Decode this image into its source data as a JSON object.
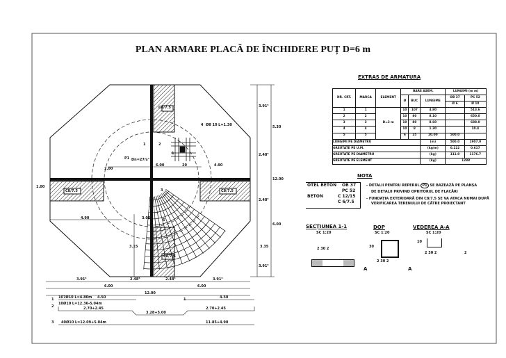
{
  "title": "PLAN ARMARE PLACĂ DE ÎNCHIDERE PUȚ D=6 m",
  "plan": {
    "blocks": [
      "C8/7.5",
      "C8/7.5",
      "C8/7.5",
      "C8/7.5"
    ],
    "marks": [
      "1",
      "2",
      "3",
      "4",
      "5",
      "P1"
    ],
    "mark4_label": "Ø8 10 L=1.30",
    "p1_label": "Dn=27/s\"",
    "section_mark": "1",
    "dims_h": [
      "6.00",
      "4.90",
      "4.90",
      "3.00",
      "2.00",
      "20"
    ],
    "dims_v": [
      "3.15",
      "5.30",
      "12.00",
      "3.35",
      "1.00",
      "3.91⁵",
      "2.48⁵",
      "2.48⁵",
      "6.00",
      "3.91⁵"
    ],
    "dims_bottom": [
      "3.91⁵",
      "2.48⁵",
      "2.48⁵",
      "3.91⁵",
      "6.00",
      "6.00",
      "12.00"
    ]
  },
  "bars": [
    {
      "mark": "1",
      "desc": "107Ø10 L=4.80m",
      "left": "4.50",
      "right": "4.50"
    },
    {
      "mark": "2",
      "desc": "10Ø10 L=12.36-5.04m",
      "a": "2.70+2.45",
      "b": "3.28+5.00",
      "c": "2.70+2.45"
    },
    {
      "mark": "3",
      "desc": "40Ø10 L=12.09+5.04m",
      "a": "11.85+4.90"
    }
  ],
  "extras": {
    "title": "EXTRAS DE ARMATURA",
    "headers": {
      "nr": "NR. CRT.",
      "marca": "MARCA",
      "element": "ELEMENT",
      "bare": "BARE ASEM.",
      "lung": "LUNGIMI (m m)",
      "diam": "Ø",
      "buc": "BUC",
      "lungime": "LUNGIME",
      "ob37": "OB 37",
      "pc52": "PC 52",
      "ob_d": "Ø 6",
      "pc_d": "Ø 10"
    },
    "element": "D=3 m",
    "rows": [
      [
        "1",
        "1",
        "10",
        "107",
        "4.80",
        "",
        "513.6"
      ],
      [
        "2",
        "2",
        "10",
        "80",
        "8.10",
        "",
        "650.0"
      ],
      [
        "3",
        "3",
        "10",
        "80",
        "8.60",
        "",
        "688.0"
      ],
      [
        "4",
        "4",
        "10",
        "8",
        "1.30",
        "",
        "10.4"
      ],
      [
        "5",
        "5",
        "6",
        "25",
        "20.00",
        "500.0",
        ""
      ]
    ],
    "totals": [
      {
        "label": "LUNGIMI PE DIAMETRU",
        "unit": "(m)",
        "ob": "500.0",
        "pc": "1907.0"
      },
      {
        "label": "GREUTATE PE U.M.",
        "unit": "(kg/m)",
        "ob": "0.222",
        "pc": "0.617"
      },
      {
        "label": "GREUTATE PE DIAMETRU",
        "unit": "(kg)",
        "ob": "111.0",
        "pc": "1176.7"
      },
      {
        "label": "GREUTATE PE ELEMENT",
        "unit": "(kg)",
        "total": "1288"
      }
    ]
  },
  "materials": {
    "otel": "OTEL BETON",
    "ob": "OB 37",
    "pc": "PC 52",
    "beton": "BETON",
    "c1": "C 12/15",
    "c2": "C 6/7.5"
  },
  "nota": {
    "title": "NOTA",
    "l1a": "- DETALII PENTRU REPERUL",
    "l1b": "SE BAZEAZĂ PE PLANȘA",
    "p1": "P1",
    "l2": "DE DETALII PRIVIND OPRITORUL DE FLACĂRI",
    "l3": "- FUNDAȚIA EXTERIOARĂ DIN C8/7.5 SE VA ATACA NUMAI DUPĂ",
    "l4": "VERIFICAREA TERENULUI DE CĂTRE PROIECTANT"
  },
  "sections": {
    "s1": {
      "title": "SECȚIUNEA 1-1",
      "scale": "SC 1:20",
      "dim": "2 30 2"
    },
    "dop": {
      "title": "DOP",
      "scale": "SC 1:20",
      "dim": "2 30 2",
      "vdim": "30"
    },
    "va": {
      "title": "VEDEREA A-A",
      "scale": "SC 1:20",
      "dim": "2 30 2",
      "vdim": "10",
      "dim2": "2"
    },
    "cut": "A"
  }
}
